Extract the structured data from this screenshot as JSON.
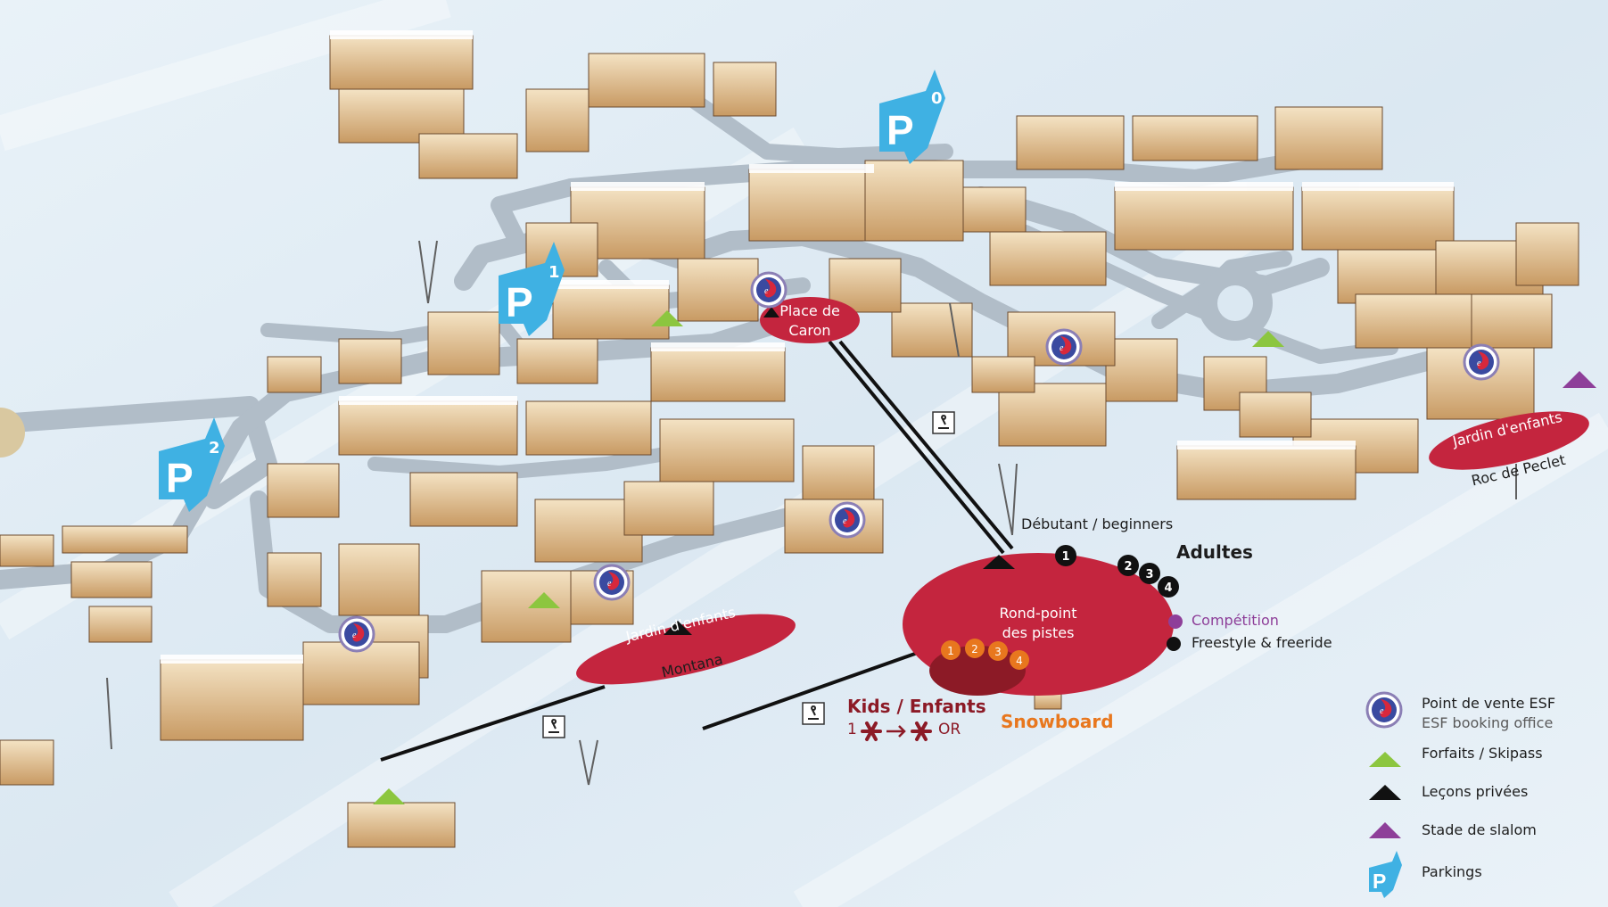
{
  "parking": [
    {
      "number": "0"
    },
    {
      "number": "1"
    },
    {
      "number": "2"
    }
  ],
  "places": {
    "place_caron": {
      "line1": "Place de",
      "line2": "Caron"
    },
    "rond_point": {
      "line1": "Rond-point",
      "line2": "des pistes"
    },
    "jardin_montana": {
      "line1": "Jardin d'enfants",
      "line2": "Montana"
    },
    "jardin_peclet": {
      "line1": "Jardin d'enfants",
      "line2": "Roc de Peclet"
    }
  },
  "levels": {
    "beginners": "Débutant / beginners",
    "adults": "Adultes",
    "competition": "Compétition",
    "freestyle": "Freestyle & freeride",
    "kids_title": "Kids / Enfants",
    "kids_from": "1",
    "kids_to": "OR",
    "snowboard": "Snowboard",
    "adult_levels": [
      "1",
      "2",
      "3",
      "4"
    ],
    "kid_levels": [
      "1",
      "2",
      "3",
      "4"
    ]
  },
  "legend": {
    "esf_line1": "Point de vente ESF",
    "esf_line2": "ESF booking office",
    "skipass": "Forfaits / Skipass",
    "private": "Leçons privées",
    "slalom": "Stade de slalom",
    "parkings": "Parkings"
  },
  "colors": {
    "school_red": "#c4253e",
    "kids_dark": "#8c1a26",
    "kids_orange": "#e8771e",
    "competition_purple": "#8e3f99",
    "skipass_green": "#8cc63f",
    "parking_blue": "#2fa9e0",
    "road_grey": "#b1bdc8"
  },
  "icons": {
    "esf": "esf-logo-icon",
    "skipass": "triangle-green-icon",
    "private": "triangle-black-icon",
    "slalom": "triangle-purple-icon",
    "parking": "parking-arrow-icon",
    "lift": "skier-sign-icon"
  }
}
